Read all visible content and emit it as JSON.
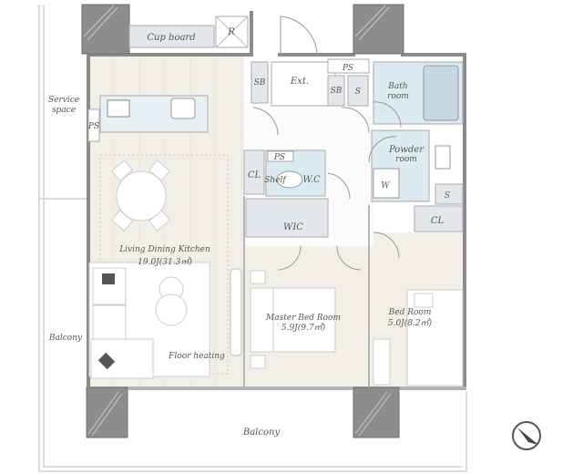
{
  "rooms": {
    "cupboard": "Cup board",
    "refrigerator": "R",
    "service_space_1": "Service",
    "service_space_2": "space",
    "ps_kitchen": "PS",
    "sb_left": "SB",
    "entrance": "Ext.",
    "ps_top": "PS",
    "sb_right": "SB",
    "s_top": "S",
    "bath_1": "Bath",
    "bath_2": "room",
    "powder_1": "Powder",
    "powder_2": "room",
    "washer": "W",
    "s_right": "S",
    "cl_right": "CL",
    "cl_left": "CL",
    "ps_wc": "PS",
    "shelf": "Shelf",
    "wc": "W.C",
    "wic": "WIC",
    "ldk_name": "Living Dining Kitchen",
    "ldk_area": "19.0J(31.3㎡)",
    "floor_heating": "Floor heating",
    "master_name": "Master Bed Room",
    "master_area": "5.9J(9.7㎡)",
    "bed_name": "Bed Room",
    "bed_area": "5.0J(8.2㎡)",
    "balcony_side": "Balcony",
    "balcony_main": "Balcony"
  },
  "compass": {
    "icon": "north-arrow-icon"
  },
  "colors": {
    "wall": "#8a8a8a",
    "ldk_floor": "#f2f0e6",
    "wet_area": "#dcebf2",
    "storage": "#e4e8ec"
  }
}
